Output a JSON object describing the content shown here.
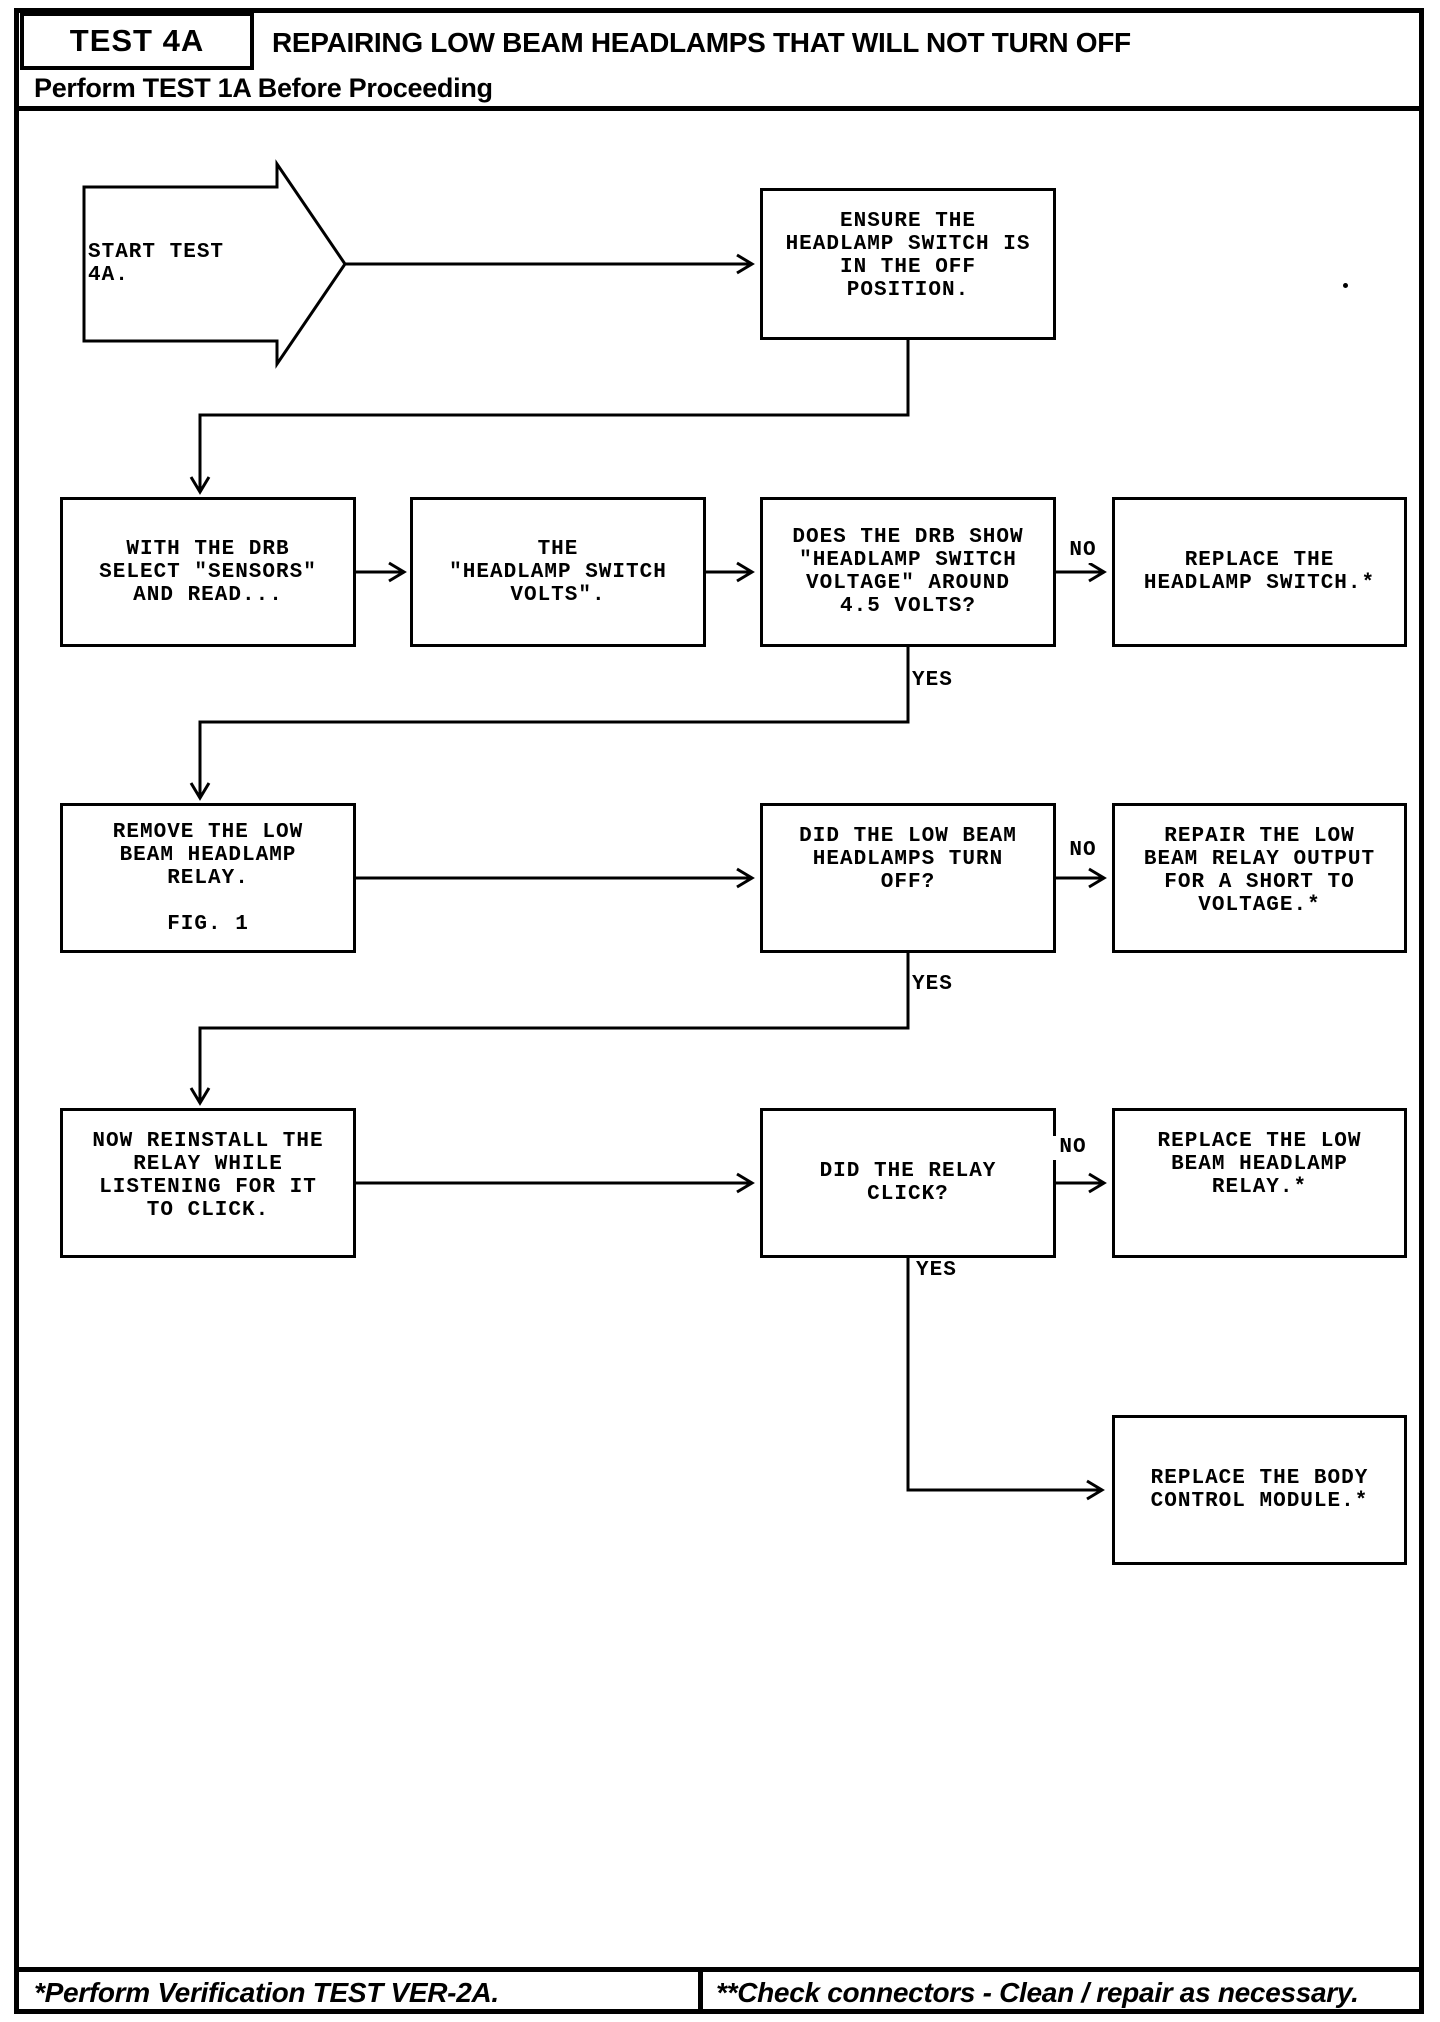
{
  "colors": {
    "ink": "#000000",
    "paper": "#ffffff"
  },
  "header": {
    "test_label": "TEST 4A",
    "title": "REPAIRING LOW BEAM HEADLAMPS THAT WILL NOT TURN OFF",
    "subtitle": "Perform TEST 1A Before Proceeding"
  },
  "flow": {
    "start": "START TEST 4A.",
    "yes": "YES",
    "no": "NO",
    "boxes": {
      "ensure": "ENSURE THE\nHEADLAMP SWITCH IS\nIN THE OFF\nPOSITION.",
      "drb_select": "WITH THE DRB\nSELECT \"SENSORS\"\nAND READ...",
      "switch_volts": "THE\n\"HEADLAMP SWITCH\nVOLTS\".",
      "volts_question": "DOES THE DRB SHOW\n\"HEADLAMP SWITCH\nVOLTAGE\" AROUND\n4.5 VOLTS?",
      "replace_switch": "REPLACE THE\nHEADLAMP SWITCH.*",
      "remove_relay": "REMOVE THE LOW\nBEAM HEADLAMP\nRELAY.\n\nFIG. 1",
      "turn_off_question": "DID THE LOW BEAM\nHEADLAMPS TURN\nOFF?",
      "repair_output": "REPAIR THE LOW\nBEAM RELAY OUTPUT\nFOR A SHORT TO\nVOLTAGE.*",
      "reinstall_relay": "NOW REINSTALL THE\nRELAY WHILE\nLISTENING FOR IT\nTO CLICK.",
      "click_question": "DID THE RELAY\nCLICK?",
      "replace_relay": "REPLACE THE LOW\nBEAM HEADLAMP\nRELAY.*",
      "replace_bcm": "REPLACE THE BODY\nCONTROL MODULE.*"
    }
  },
  "footer": {
    "left_note": "*Perform Verification TEST VER-2A.",
    "right_note": "**Check connectors - Clean / repair as necessary."
  }
}
